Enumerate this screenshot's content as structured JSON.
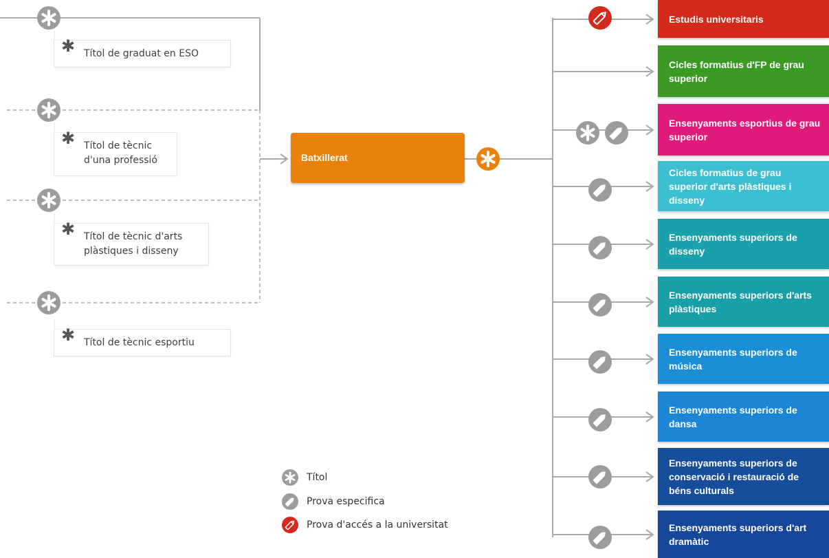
{
  "titles": [
    {
      "label": "Títol de graduat en ESO"
    },
    {
      "label": "Títol de tècnic d'una professió"
    },
    {
      "label": "Títol de tècnic d'arts plàstiques i disseny"
    },
    {
      "label": "Títol de tècnic esportiu"
    }
  ],
  "center": {
    "label": "Batxillerat"
  },
  "destinations": [
    {
      "label": "Estudis universitaris",
      "color": "#d42a1c",
      "requirements": [
        "prova-acces-universitat"
      ]
    },
    {
      "label": "Cicles formatius d'FP de grau superior",
      "color": "#3a9a24",
      "requirements": []
    },
    {
      "label": "Ensenyaments esportius de grau superior",
      "color": "#e01a7a",
      "requirements": [
        "titol",
        "prova-especifica"
      ]
    },
    {
      "label": "Cicles formatius de grau superior d'arts plàstiques i disseny",
      "color": "#3bbfd1",
      "requirements": [
        "prova-especifica"
      ]
    },
    {
      "label": "Ensenyaments superiors de disseny",
      "color": "#1aa2ac",
      "requirements": [
        "prova-especifica"
      ]
    },
    {
      "label": "Ensenyaments superiors d'arts plàstiques",
      "color": "#18a0a8",
      "requirements": [
        "prova-especifica"
      ]
    },
    {
      "label": "Ensenyaments superiors de música",
      "color": "#1a8fd8",
      "requirements": [
        "prova-especifica"
      ]
    },
    {
      "label": "Ensenyaments superiors de dansa",
      "color": "#1b86d5",
      "requirements": [
        "prova-especifica"
      ]
    },
    {
      "label": "Ensenyaments superiors de conservació i restauració de béns culturals",
      "color": "#174e9c",
      "requirements": [
        "prova-especifica"
      ]
    },
    {
      "label": "Ensenyaments superiors d'art dramàtic",
      "color": "#17479a",
      "requirements": [
        "prova-especifica"
      ]
    }
  ],
  "legend": [
    {
      "icon": "titol-icon",
      "label": "Títol"
    },
    {
      "icon": "prova-especifica-icon",
      "label": "Prova especifica"
    },
    {
      "icon": "prova-acces-icon",
      "label": "Prova d'accés a la universitat"
    }
  ],
  "colors": {
    "line": "#a9a9a9",
    "icon_grey": "#9c9c9c",
    "orange": "#e8820a",
    "red": "#d42a1c"
  }
}
